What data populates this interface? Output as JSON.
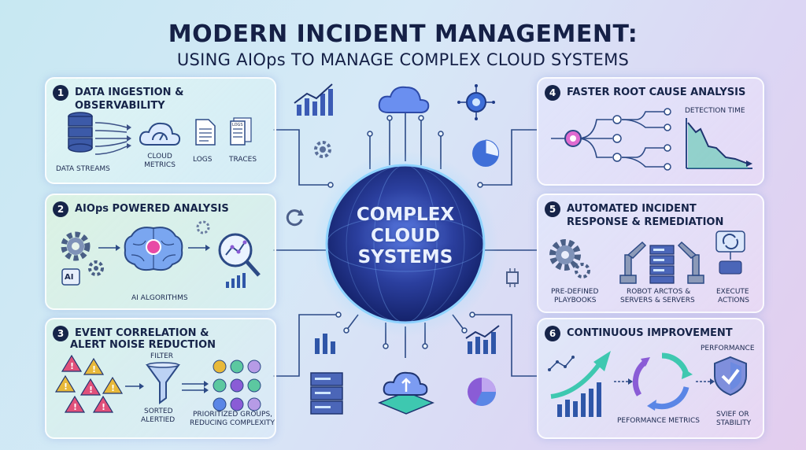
{
  "header": {
    "title": "MODERN INCIDENT MANAGEMENT:",
    "subtitle": "USING AIOps TO MANAGE COMPLEX CLOUD SYSTEMS"
  },
  "center": {
    "label": "COMPLEX CLOUD SYSTEMS"
  },
  "panels": [
    {
      "number": "1",
      "title": "DATA INGESTION & OBSERVABILITY",
      "labels": {
        "streams": "DATA STREAMS",
        "cloud_metrics": "CLOUD METRICS",
        "logs": "LOGS",
        "traces": "TRACES",
        "doc_text": "LOGS"
      }
    },
    {
      "number": "2",
      "title": "AIOps POWERED ANALYSIS",
      "labels": {
        "ai_badge": "AI",
        "algorithms": "AI ALGORITHMS"
      }
    },
    {
      "number": "3",
      "title": "EVENT CORRELATION & ALERT NOISE REDUCTION",
      "title_line1": "EVENT CORRELATION &",
      "title_line2": "ALERT NOISE REDUCTION",
      "labels": {
        "filter": "FILTER",
        "sorted": "SORTED ALERTIED",
        "sorted_l1": "SORTED",
        "sorted_l2": "ALERTIED",
        "groups_l1": "PRIORITIZED GROUPS,",
        "groups_l2": "REDUCING COMPLEXITY"
      }
    },
    {
      "number": "4",
      "title": "FASTER ROOT CAUSE ANALYSIS",
      "labels": {
        "detection": "DETECTION TIME"
      }
    },
    {
      "number": "5",
      "title_line1": "AUTOMATED INCIDENT",
      "title_line2": "RESPONSE & REMEDIATION",
      "labels": {
        "pb_l1": "PRE-DEFINED",
        "pb_l2": "PLAYBOOKS",
        "rb_l1": "ROBOT ARCTOS &",
        "rb_l2": "SERVERS & SERVERS",
        "ex_l1": "EXECUTE",
        "ex_l2": "ACTIONS"
      }
    },
    {
      "number": "6",
      "title": "CONTINUOUS IMPROVEMENT",
      "labels": {
        "performance": "PERFORMANCE",
        "metrics": "PEFORMANCE METRICS",
        "st_l1": "SVIEF OR",
        "st_l2": "STABILITY"
      }
    }
  ],
  "colors": {
    "navy": "#162449",
    "accent_blue": "#3f7fe0",
    "accent_purple": "#8a5cd6",
    "alert_red": "#e0507a",
    "alert_yellow": "#e8b93a"
  }
}
